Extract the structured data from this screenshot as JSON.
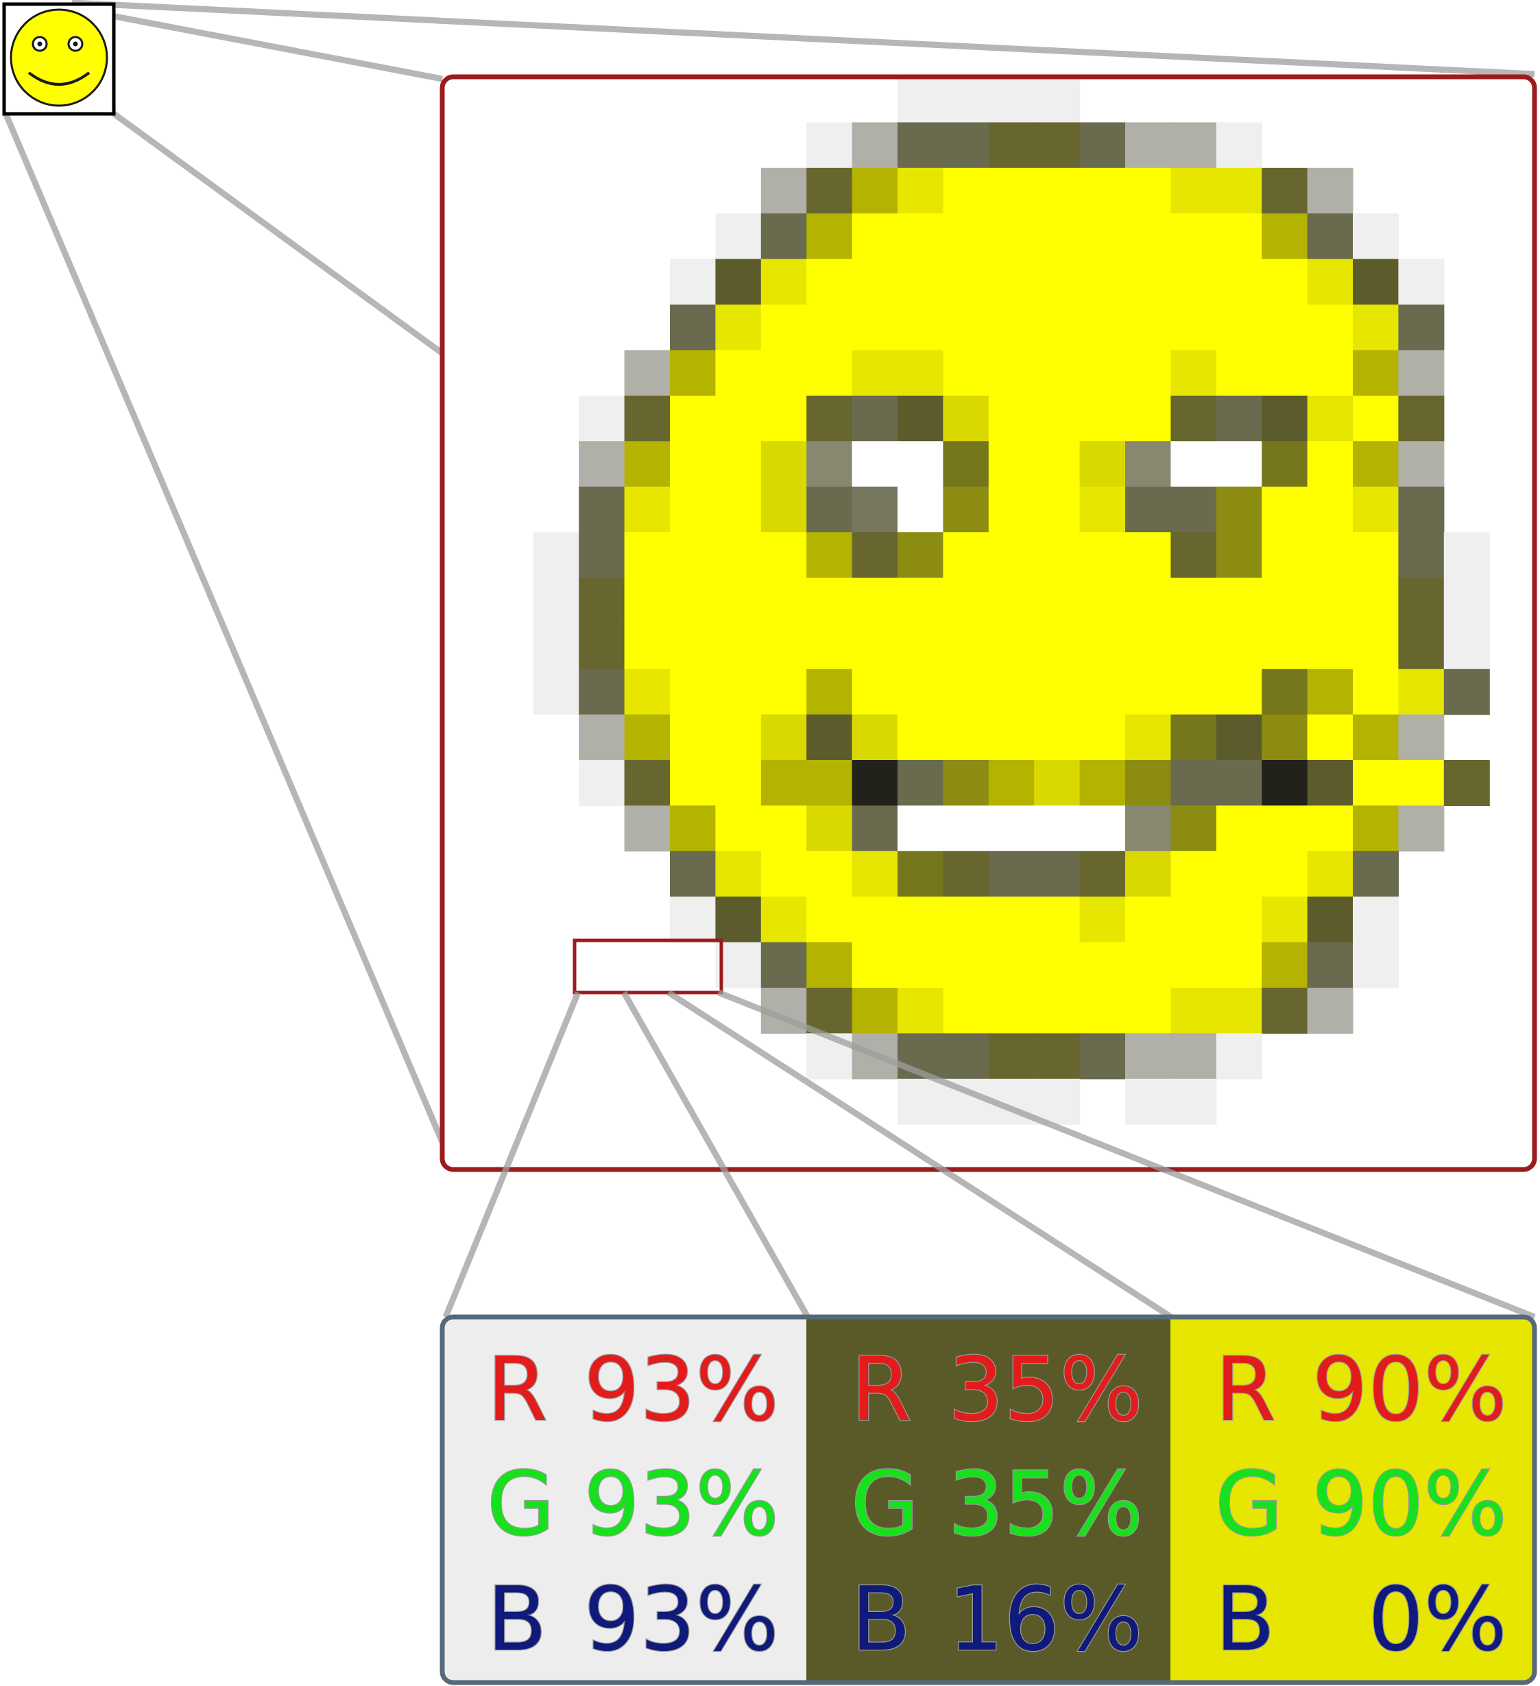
{
  "colors": {
    "zoom_frame": "#9b1c1c",
    "info_frame": "#56697a",
    "connector": "#9e9e9e",
    "thumb_frame": "#000000",
    "red_text": "#e21b1b",
    "green_text": "#17e01d",
    "blue_text": "#101a7a"
  },
  "pixel_palette": {
    "a": "#efefef",
    "b": "#b0b0a8",
    "c": "#6a6a4e",
    "d": "#66662e",
    "e": "#5b5b2b",
    "f": "#b3b300",
    "g": "#e6e600",
    "h": "#d9d900",
    "i": "#8c8c12",
    "j": "#76761c",
    "k": "#888870",
    "l": "#777760",
    "m": "#22221a",
    "w": "#ffffff",
    "y": "#ffff00"
  },
  "pixel_grid": [
    "..........aaaa..........",
    "........abccddcbba......",
    ".......bdfgyyyyyggdb....",
    "......acfyyyyyyyyyfca...",
    ".....aegyyyyyyyyyyygea..",
    ".....cgyyyyyyyyyyyyygc..",
    "....bfyyyggyyyyygyyyfb..",
    "...adyyydcehyyyydcegyd..",
    "...bfyyhkwwjyyhkwwjyfb..",
    "...cgyyhclwiyygcciyygc..",
    "..acyyyyfdiyyyyydiyyyca.",
    "..adyyyyyyyyyyyyyyyyyda.",
    "..adyyyyyyyyyyyyyyyyyda.",
    "..acgyyyfyyyyyyyyyjfygc.",
    "...bfyyhehyyyyygjeiyfb..",
    "...adyyffmcifhficcmeyyd.",
    "....bfyyhcwwwwwkiyyyfb..",
    ".....cgyygjdccdhyyygc...",
    ".....aegyyyyyygyyygea...",
    "......acfyyyyyyyyyfca...",
    ".......bdfgyyyyyggdb....",
    "........abccddcbba......",
    "..........aaaa.aa.......",
    "........................"
  ],
  "swatches": [
    {
      "color": "#ededed",
      "channels": [
        {
          "label": "R",
          "value": "93%"
        },
        {
          "label": "G",
          "value": "93%"
        },
        {
          "label": "B",
          "value": "93%"
        }
      ]
    },
    {
      "color": "#5a5a29",
      "channels": [
        {
          "label": "R",
          "value": "35%"
        },
        {
          "label": "G",
          "value": "35%"
        },
        {
          "label": "B",
          "value": "16%"
        }
      ]
    },
    {
      "color": "#e6e600",
      "channels": [
        {
          "label": "R",
          "value": "90%"
        },
        {
          "label": "G",
          "value": "90%"
        },
        {
          "label": "B",
          "value": "0%"
        }
      ]
    }
  ]
}
